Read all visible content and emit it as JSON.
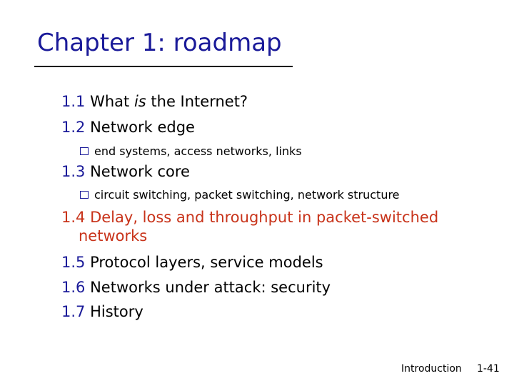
{
  "slide": {
    "title": "Chapter 1: roadmap",
    "items": [
      {
        "num": "1.1",
        "pre": "What ",
        "em": "is",
        "post": " the Internet?"
      },
      {
        "num": "1.2",
        "text": "Network edge"
      },
      {
        "num": "1.3",
        "text": "Network core"
      },
      {
        "num": "1.4",
        "text": "Delay, loss and throughput in packet-switched",
        "cont": "networks"
      },
      {
        "num": "1.5",
        "text": "Protocol layers, service models"
      },
      {
        "num": "1.6",
        "text": "Networks under attack: security"
      },
      {
        "num": "1.7",
        "text": "History"
      }
    ],
    "subitems": [
      "end systems, access networks, links",
      "circuit switching, packet switching, network structure"
    ],
    "footer": {
      "section": "Introduction",
      "page": "1-41"
    }
  },
  "colors": {
    "title": "#1a1a99",
    "highlight": "#c8331a",
    "text": "#000000"
  }
}
